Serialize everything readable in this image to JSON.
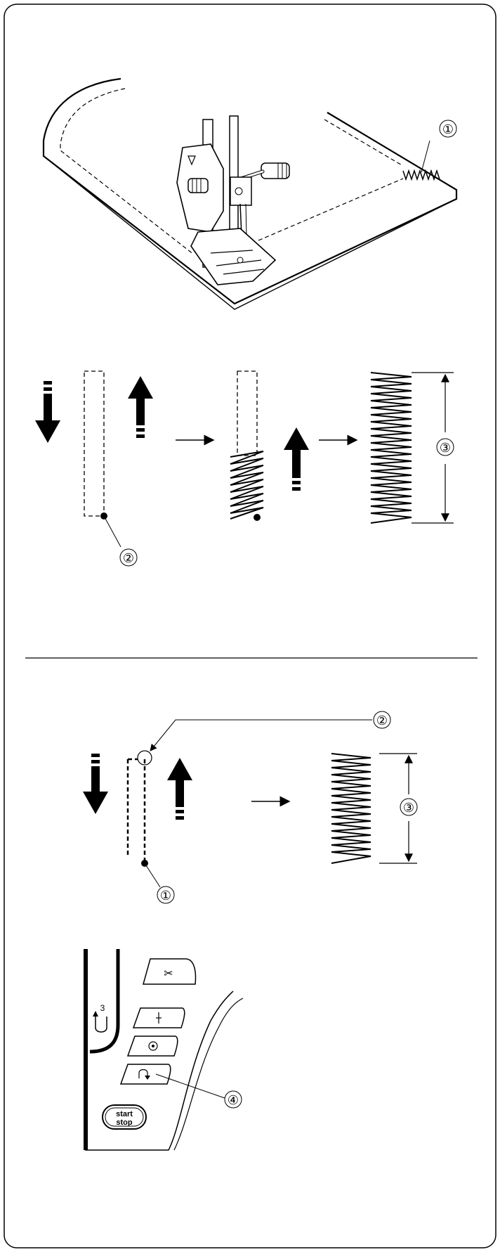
{
  "callouts": {
    "c1_top": "①",
    "c2_mid": "②",
    "c3_mid": "③",
    "c1_low": "①",
    "c2_low": "②",
    "c3_low": "③",
    "c4_panel": "④"
  },
  "panel": {
    "start_label": "start",
    "stop_label": "stop",
    "reverse_count": "3"
  },
  "icons": [
    "scissors-icon",
    "needle-up-down-icon",
    "lock-stitch-icon",
    "reverse-stitch-icon",
    "start-stop-button"
  ]
}
